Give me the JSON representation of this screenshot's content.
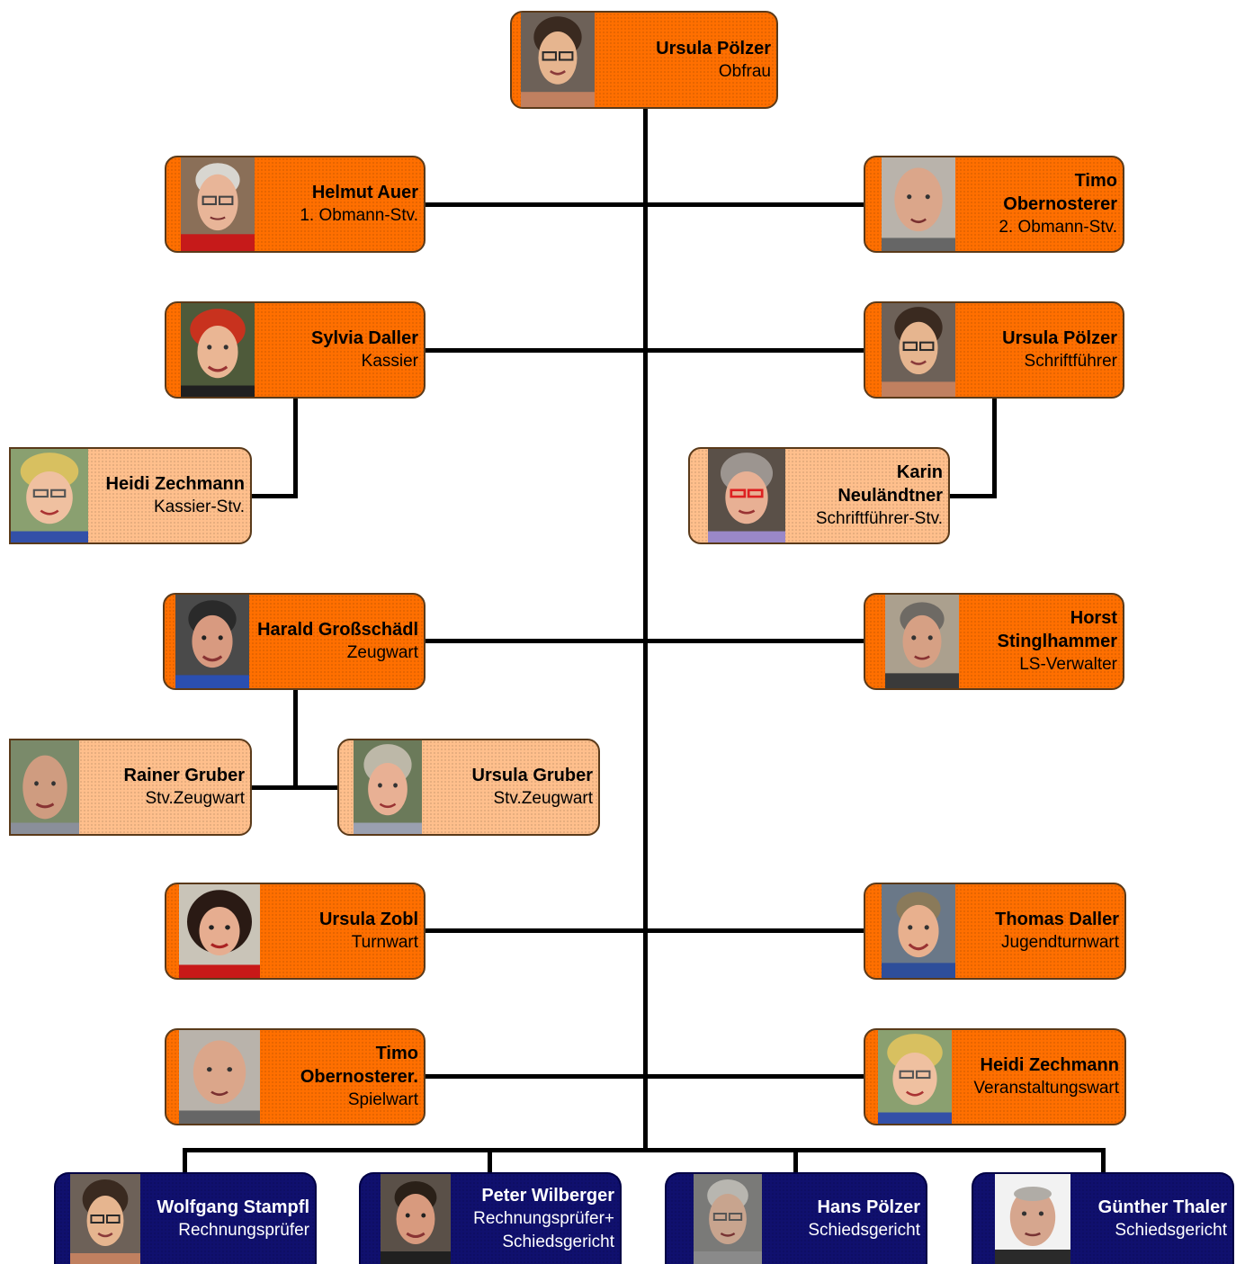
{
  "people": {
    "obfrau": {
      "name": "Ursula Pölzer",
      "role": "Obfrau"
    },
    "obmann_stv1": {
      "name": "Helmut Auer",
      "role": "1. Obmann-Stv."
    },
    "obmann_stv2": {
      "name_1": "Timo",
      "name_2": "Obernosterer",
      "role": "2. Obmann-Stv."
    },
    "kassier": {
      "name": "Sylvia Daller",
      "role": "Kassier"
    },
    "schriftfuehrer": {
      "name": "Ursula Pölzer",
      "role": "Schriftführer"
    },
    "kassier_stv": {
      "name": "Heidi Zechmann",
      "role": "Kassier-Stv."
    },
    "schriftfuehrer_stv": {
      "name_1": "Karin",
      "name_2": "Neuländtner",
      "role": "Schriftführer-Stv."
    },
    "zeugwart": {
      "name": "Harald Großschädl",
      "role": "Zeugwart"
    },
    "ls_verwalter": {
      "name_1": "Horst",
      "name_2": "Stinglhammer",
      "role": "LS-Verwalter"
    },
    "stv_zeugwart_1": {
      "name": "Rainer Gruber",
      "role": "Stv.Zeugwart"
    },
    "stv_zeugwart_2": {
      "name": "Ursula Gruber",
      "role": "Stv.Zeugwart"
    },
    "turnwart": {
      "name": "Ursula Zobl",
      "role": "Turnwart"
    },
    "jugendturnwart": {
      "name": "Thomas Daller",
      "role": "Jugendturnwart"
    },
    "spielwart": {
      "name_1": "Timo",
      "name_2": "Obernosterer.",
      "role": "Spielwart"
    },
    "veranstaltungswart": {
      "name": "Heidi Zechmann",
      "role": "Veranstaltungswart"
    },
    "rechnungspruefer": {
      "name": "Wolfgang Stampfl",
      "role": "Rechnungsprüfer"
    },
    "rechnungspruefer_schied": {
      "name": "Peter Wilberger",
      "role_1": "Rechnungsprüfer+",
      "role_2": "Schiedsgericht"
    },
    "schiedsgericht_1": {
      "name": "Hans Pölzer",
      "role": "Schiedsgericht"
    },
    "schiedsgericht_2": {
      "name": "Günther Thaler",
      "role": "Schiedsgericht"
    }
  },
  "colors": {
    "card_orange": "#ff6f00",
    "card_light": "#ffbf8c",
    "card_navy": "#10106e",
    "connector": "#000000"
  }
}
